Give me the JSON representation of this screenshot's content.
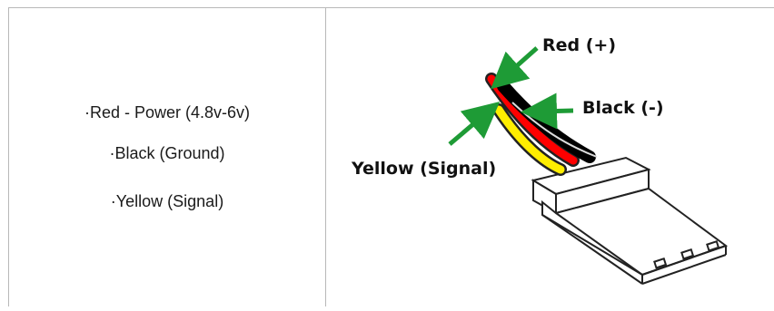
{
  "left_cell": {
    "lines": [
      "·Red - Power (4.8v-6v)",
      "·Black (Ground)",
      "·Yellow (Signal)"
    ]
  },
  "diagram": {
    "labels": {
      "red": "Red (+)",
      "black": "Black (-)",
      "yellow": "Yellow (Signal)"
    },
    "colors": {
      "red_wire": "#ff0000",
      "black_wire": "#000000",
      "yellow_wire": "#ffee00",
      "arrow": "#1e9b36"
    }
  }
}
